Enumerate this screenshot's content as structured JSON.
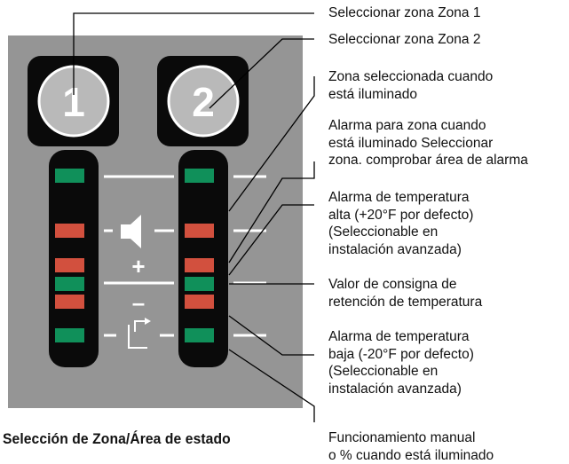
{
  "zone_buttons": [
    {
      "number": "1",
      "label": "Seleccionar zona Zona 1"
    },
    {
      "number": "2",
      "label": "Seleccionar zona Zona 2"
    }
  ],
  "callouts": [
    "Seleccionar zona Zona 1",
    "Seleccionar zona Zona 2",
    "Zona seleccionada cuando\nestá iluminado",
    "Alarma para zona cuando\nestá iluminado Seleccionar\nzona. comprobar área de alarma",
    "Alarma de temperatura\nalta (+20°F por defecto)\n(Seleccionable en\ninstalación avanzada)",
    "Valor de consigna de\nretención de temperatura",
    "Alarma de temperatura\nbaja (-20°F por defecto)\n(Seleccionable en\ninstalación avanzada)",
    "Funcionamiento manual\no % cuando está iluminado"
  ],
  "symbols": {
    "plus": "+",
    "minus": "–"
  },
  "icons": [
    "speaker-icon",
    "manual-mode-icon"
  ],
  "led_states": [
    "green",
    "red",
    "red",
    "green",
    "red",
    "green"
  ],
  "colors": {
    "panel": "#959595",
    "strip": "#0a0a0a",
    "led_green": "#10905a",
    "led_red": "#d2503e",
    "button_face": "#b9b9b9",
    "white": "#ffffff"
  },
  "caption": "Selección de Zona/Área de estado"
}
